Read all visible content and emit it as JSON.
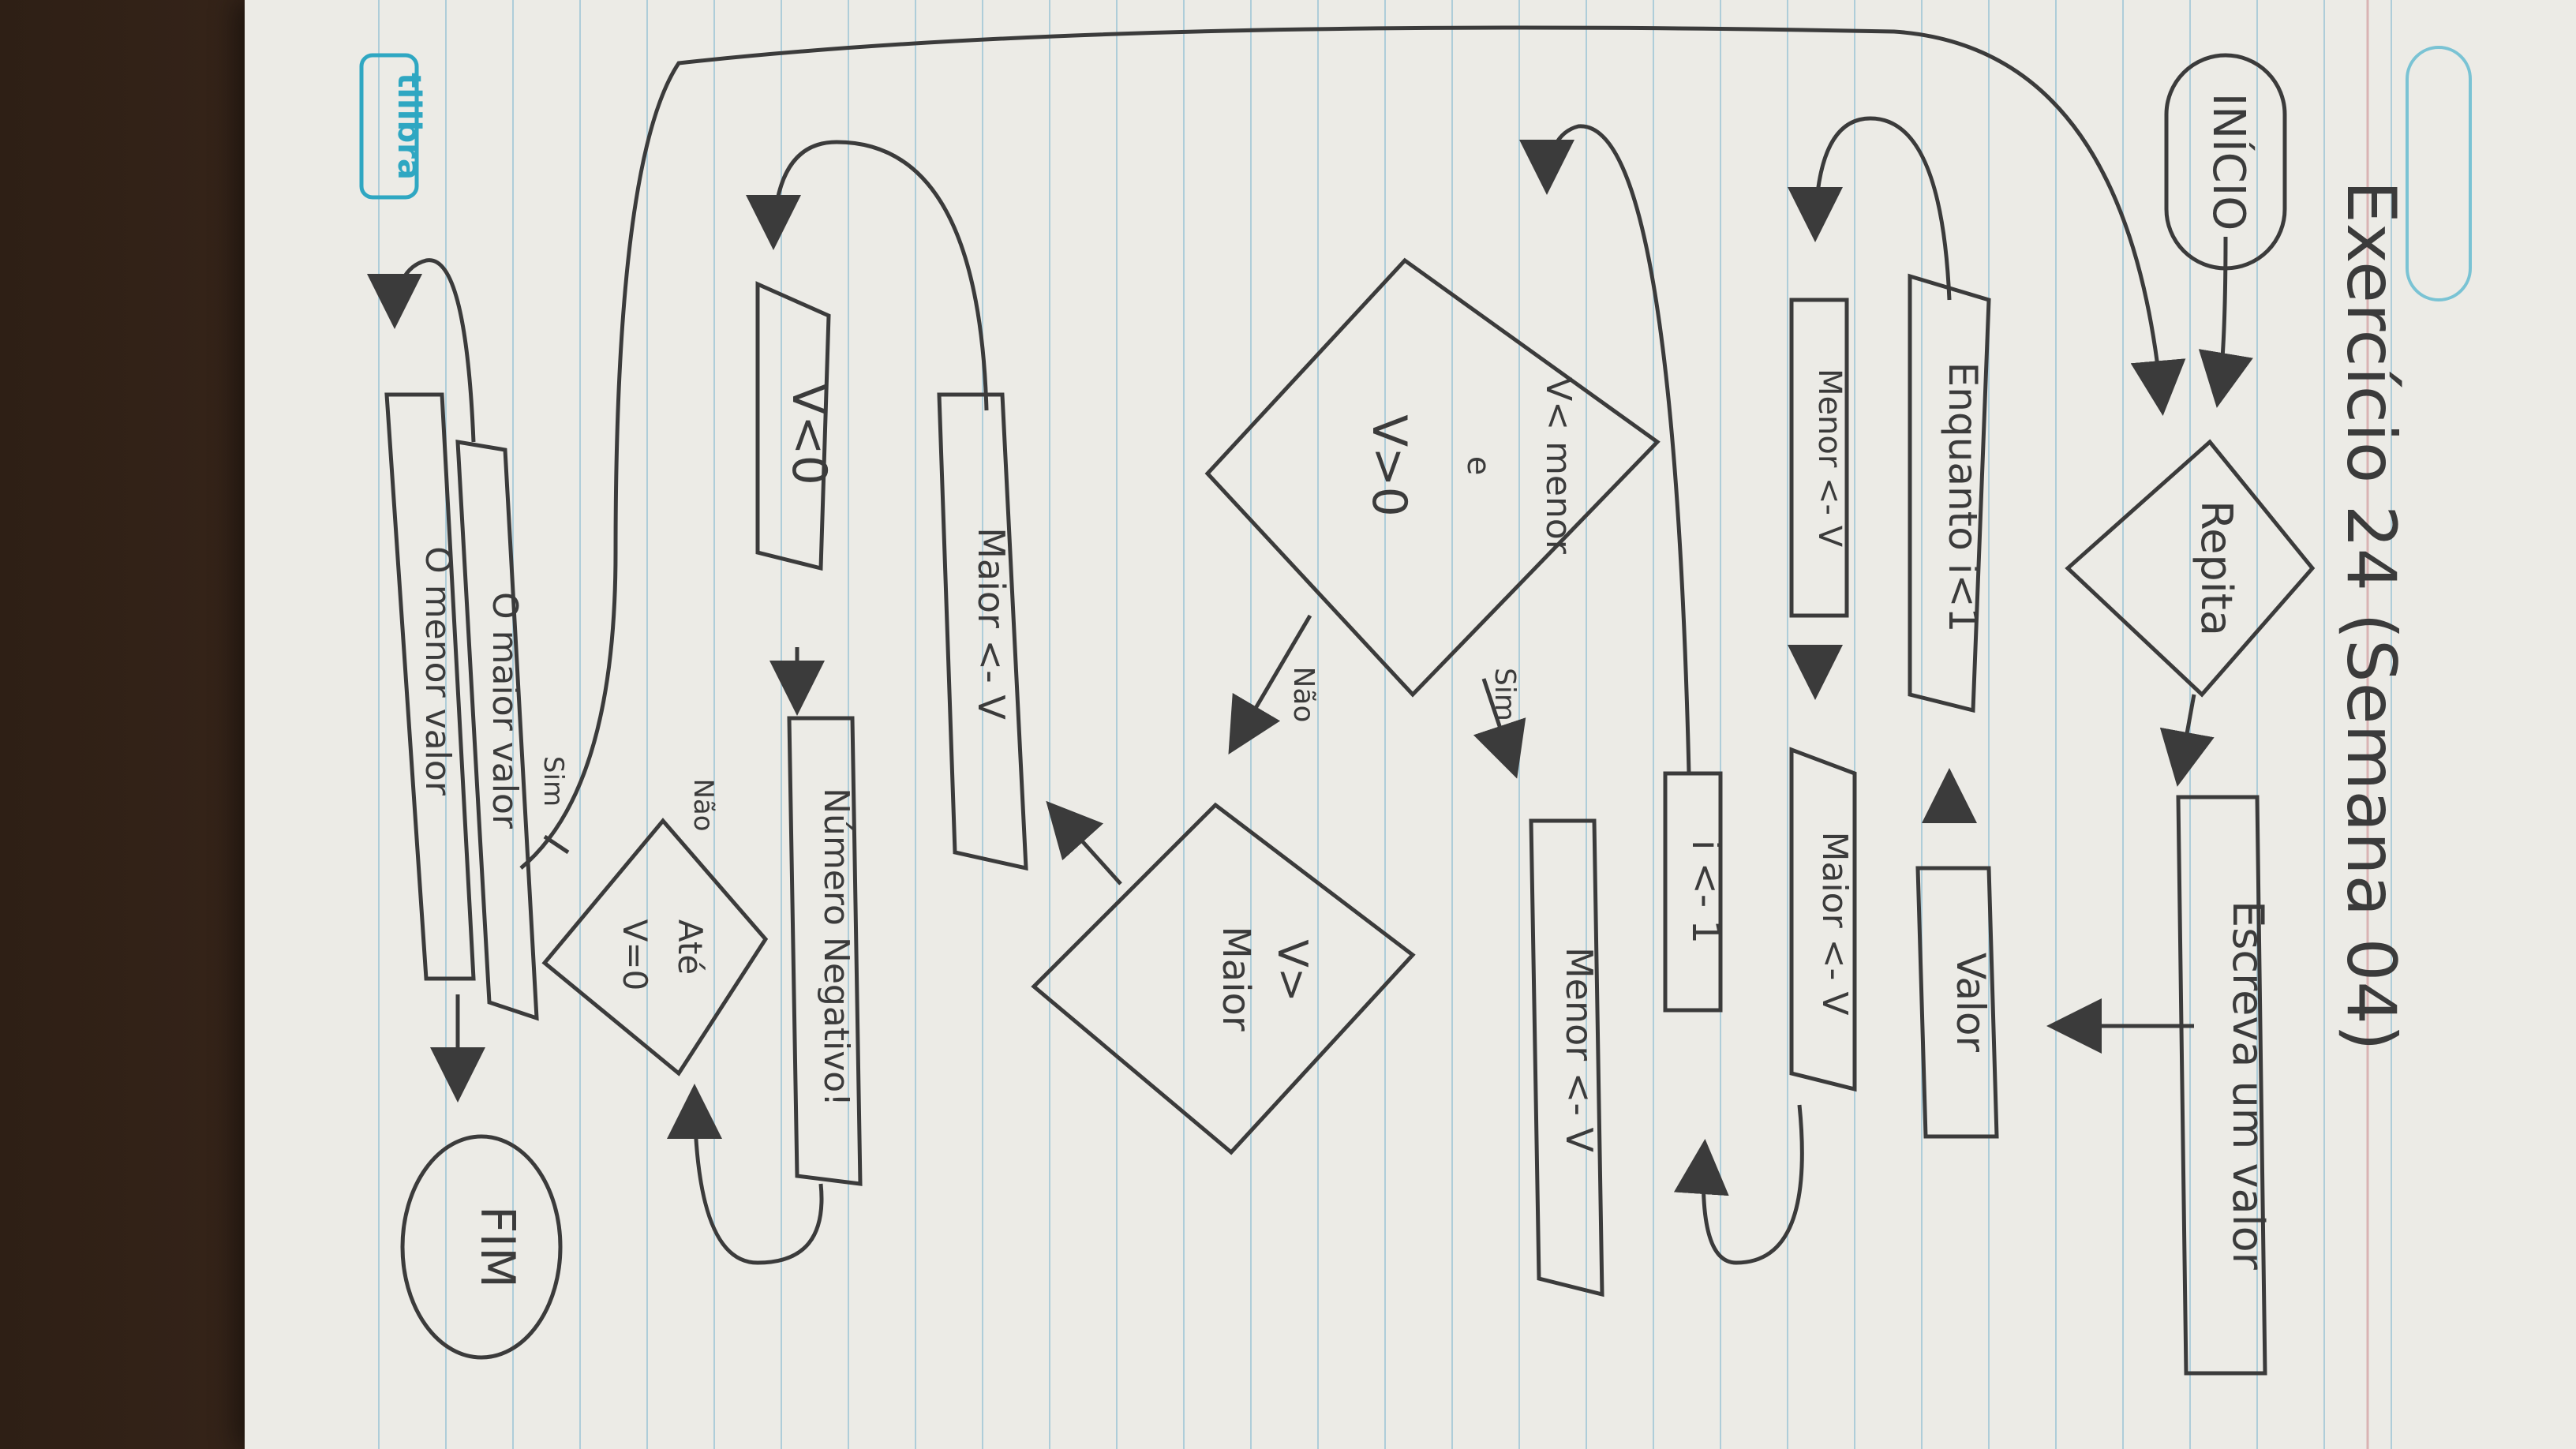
{
  "page": {
    "title": "Exercício 24 (Semana 04)",
    "brand": "tilibra"
  },
  "nodes": {
    "start": "INÍCIO",
    "repeat": "Repita",
    "write": "Escreva um valor",
    "while_loop": "Enquanto i<1",
    "read_value": "Valor",
    "smallest_init": "Menor <- V",
    "largest_init": "Maior <- V",
    "counter": "i <- 1",
    "cond_smaller": "V< menor",
    "cond_and": "e",
    "cond_positive": "V>0",
    "smallest_assign": "Menor <- V",
    "cond_larger_a": "V>",
    "cond_larger_b": "Maior",
    "largest_assign": "Maior <- V",
    "cond_negative": "V<0",
    "negative_msg": "Número Negativo!",
    "until_a": "Até",
    "until_b": "V=0",
    "out_largest": "O maior valor",
    "out_smallest": "O menor valor",
    "end": "FIM"
  },
  "edge_labels": {
    "yes_1": "Sim",
    "no_1": "Não",
    "yes_2": "Sim",
    "no_2": "Não"
  },
  "colors": {
    "ink": "#3b3b3b",
    "paper": "#ecebe6",
    "rule": "#9fc6d6",
    "margin": "#d9b3b3",
    "brand": "#2fa7c2"
  }
}
